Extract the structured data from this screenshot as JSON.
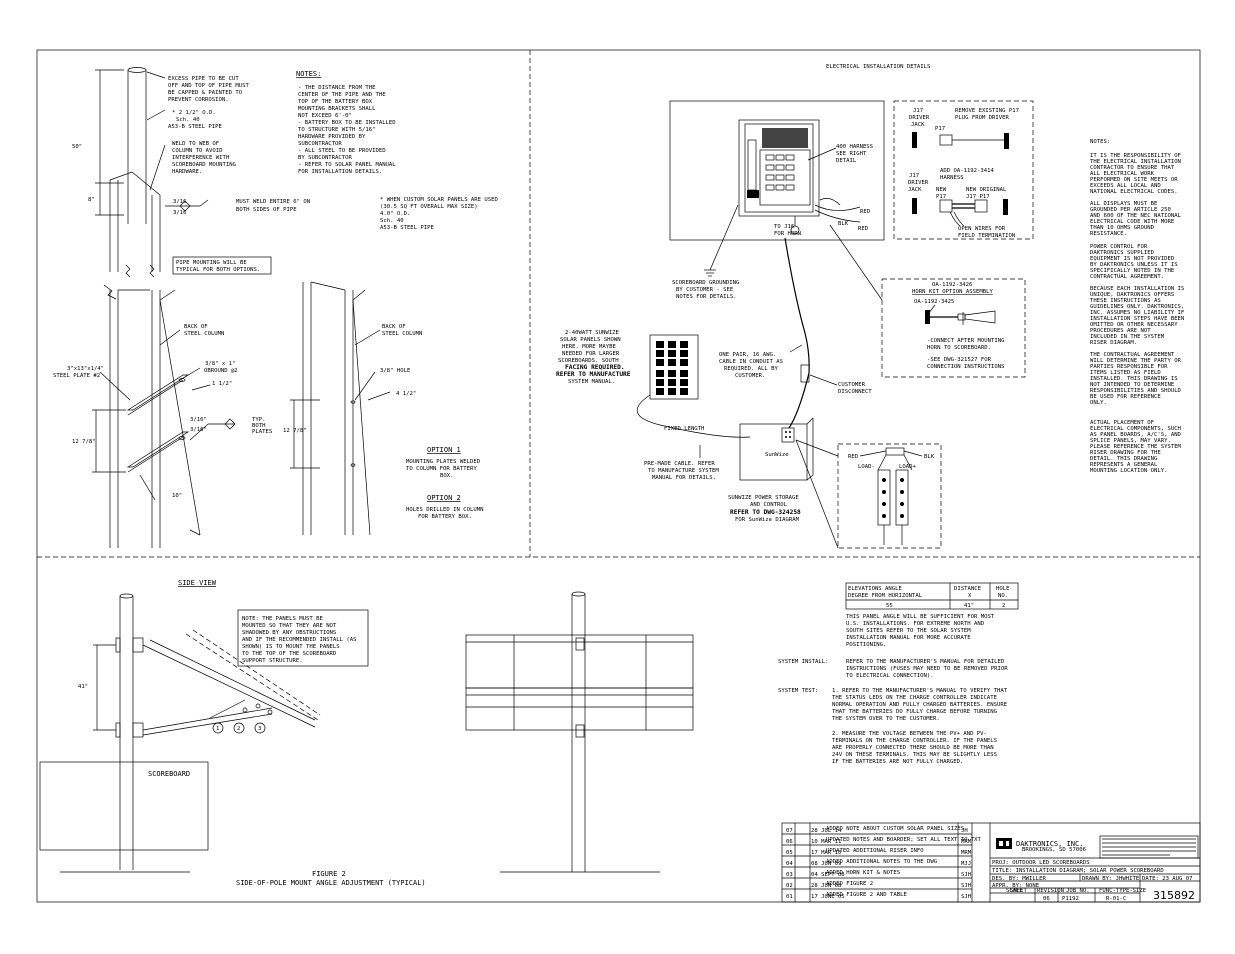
{
  "weld_section": {
    "excess_pipe_note": [
      "EXCESS PIPE TO BE CUT",
      "OFF AND TOP OF PIPE MUST",
      "BE CAPPED & PAINTED TO",
      "PREVENT CORROSION."
    ],
    "pipe_note": [
      "* 2 1/2\" O.D.",
      "Sch. 40",
      "A53-B STEEL PIPE"
    ],
    "dim_50": "50\"",
    "dim_8": "8\"",
    "weld_note": [
      "WELD TO WEB OF",
      "COLUMN TO AVOID",
      "INTERFERENCE WITH",
      "SCOREBOARD MOUNTING",
      "HARDWARE."
    ],
    "weld_sym_a": "3/16",
    "weld_sym_b": "3/16",
    "weld_entire_note": [
      "MUST WELD ENTIRE 6\" ON",
      "BOTH SIDES OF PIPE"
    ],
    "notes_title": "NOTES:",
    "notes": [
      "- THE DISTANCE FROM THE",
      "  CENTER OF THE PIPE AND THE",
      "  TOP OF THE BATTERY BOX",
      "  MOUNTING BRACKETS SHALL",
      "  NOT EXCEED 6'-0\"",
      "- BATTERY BOX TO BE INSTALLED",
      "  TO STRUCTURE WITH 5/16\"",
      "  HARDWARE PROVIDED BY",
      "  SUBCONTRACTOR",
      "- ALL STEEL TO BE PROVIDED",
      "  BY SUBCONTRACTOR",
      "- REFER TO SOLAR PANEL MANUAL",
      "  FOR INSTALLATION DETAILS."
    ],
    "custom_note": [
      "* WHEN CUSTOM SOLAR PANELS ARE USED",
      "  (30.5 SQ FT OVERALL MAX SIZE)",
      "  4.0\" O.D.",
      "  Sch. 40",
      "  A53-B STEEL PIPE"
    ],
    "pipe_mount_note": [
      "PIPE MOUNTING WILL BE",
      "TYPICAL FOR BOTH OPTIONS."
    ],
    "back_col_a": [
      "BACK OF",
      "STEEL COLUMN"
    ],
    "back_col_b": [
      "BACK OF",
      "STEEL COLUMN"
    ],
    "steel_plate": [
      "3\"x13\"x1/4\"",
      "STEEL PLATE #2"
    ],
    "obround": [
      "3/8\" x 1\"",
      "OBROUND @2"
    ],
    "dim_1_5": "1 1/2\"",
    "weld_typ": [
      "3/16\"",
      "3/16\""
    ],
    "typ_both": [
      "TYP.",
      "BOTH",
      "PLATES"
    ],
    "dim_12_7_8_a": "12 7/8\"",
    "dim_10": "10\"",
    "hole_38": "3/8\" HOLE",
    "dim_4_5": "4 1/2\"",
    "dim_12_7_8_b": "12 7/8\"",
    "option1_title": "OPTION 1",
    "option1_text": [
      "MOUNTING PLATES WELDED",
      "TO COLUMN FOR BATTERY",
      "BOX."
    ],
    "option2_title": "OPTION 2",
    "option2_text": [
      "HOLES DRILLED IN COLUMN",
      "FOR BATTERY BOX."
    ]
  },
  "electrical": {
    "title": "ELECTRICAL INSTALLATION DETAILS",
    "harness_note": [
      "400 HARNESS",
      "SEE RIGHT",
      "DETAIL"
    ],
    "to_j16": [
      "TO J16",
      "FOR HORN"
    ],
    "red": "RED",
    "blk": "BLK",
    "grounding": [
      "SCOREBOARD GROUNDING",
      "BY CUSTOMER - SEE",
      "NOTES FOR DETAILS."
    ],
    "j17_a": [
      "J17",
      "DRIVER",
      "JACK"
    ],
    "remove_note": [
      "REMOVE EXISTING P17",
      "PLUG FROM DRIVER"
    ],
    "p17": "P17",
    "add_harness": [
      "ADD OA-1192-3414",
      "HARNESS"
    ],
    "j17_b": [
      "J17",
      "DRIVER",
      "JACK"
    ],
    "new_p17": [
      "NEW",
      "P17"
    ],
    "new_original": [
      "NEW ORIGINAL",
      "J17    P17"
    ],
    "open_wires": [
      "OPEN WIRES FOR",
      "FIELD TERMINATION"
    ],
    "horn_kit": [
      "OA-1192-3426",
      "HORN KIT OPTION ASSEMBLY"
    ],
    "horn_part": "OA-1192-3425",
    "horn_notes": [
      "-CONNECT AFTER MOUNTING",
      " HORN TO SCOREBOARD.",
      "",
      "-SEE DWG-321527 FOR",
      " CONNECTION INSTRUCTIONS"
    ],
    "solar_panels": [
      "2-40WATT SUNWIZE",
      "SOLAR PANELS SHOWN",
      "HERE.  MORE MAYBE",
      "NEEDED FOR LARGER",
      "SCOREBOARDS.  SOUTH",
      "FACING REQUIRED.",
      "REFER TO MANUFACTURE",
      "SYSTEM MANUAL."
    ],
    "one_pair": [
      "ONE PAIR, 16 AWG.",
      "CABLE IN CONDUIT AS",
      "REQUIRED.  ALL BY",
      "CUSTOMER."
    ],
    "disconnect": [
      "CUSTOMER",
      "DISCONNECT"
    ],
    "fixed_length": [
      "FIXED LENGTH",
      "PRE-MADE CABLE.  REFER",
      "TO MANUFACTURE SYSTEM",
      "MANUAL FOR DETAILS."
    ],
    "sunwize_label": "SunWize",
    "storage": [
      "SUNWIZE POWER STORAGE",
      "AND CONTROL",
      "REFER TO DWG-324258",
      "FOR SunWize DIAGRAM"
    ],
    "red2": "RED",
    "blk2": "BLK",
    "load_neg": "LOAD-",
    "load_pos": "LOAD+"
  },
  "right_notes": {
    "title": "NOTES:",
    "paragraphs": [
      [
        "IT IS THE RESPONSIBILITY OF",
        "THE ELECTRICAL INSTALLATION",
        "CONTRACTOR TO ENSURE THAT",
        "ALL ELECTRICAL WORK",
        "PERFORMED ON SITE MEETS OR",
        "EXCEEDS ALL LOCAL AND",
        "NATIONAL ELECTRICAL CODES."
      ],
      [
        "ALL DISPLAYS MUST BE",
        "GROUNDED PER ARTICLE 250",
        "AND 600 OF THE NEC NATIONAL",
        "ELECTRICAL CODE WITH  MORE",
        "THAN 10 OHMS GROUND",
        "RESISTANCE."
      ],
      [
        "POWER CONTROL FOR",
        "DAKTRONICS SUPPLIED",
        "EQUIPMENT IS NOT PROVIDED",
        "BY DAKTRONICS UNLESS IT IS",
        "SPECIFICALLY NOTED IN THE",
        "CONTRACTUAL AGREEMENT."
      ],
      [
        "BECAUSE EACH INSTALLATION IS",
        "UNIQUE, DAKTRONICS OFFERS",
        "THESE  INSTRUCTIONS AS",
        "GUIDELINES ONLY. DAKTRONICS,",
        "INC. ASSUMES NO LIABILITY IF",
        "INSTALLATION STEPS HAVE BEEN",
        "OMITTED OR OTHER NECESSARY",
        "PROCEDURES ARE NOT",
        "INCLUDED IN THE SYSTEM",
        "RISER DIAGRAM."
      ],
      [
        "THE CONTRACTUAL AGREEMENT",
        "WILL DETERMINE THE PARTY OR",
        "PARTIES RESPONSIBLE FOR",
        "ITEMS LISTED AS FIELD",
        "INSTALLED. THIS DRAWING IS",
        "NOT INTENDED TO DETERMINE",
        "RESPONSIBILITIES AND SHOULD",
        "BE USED FOR REFERENCE",
        "ONLY."
      ],
      [
        "ACTUAL PLACEMENT OF",
        "ELECTRICAL COMPONENTS, SUCH",
        "AS PANEL BOARDS, A/C'S, AND",
        "SPLICE PANELS, MAY VARY.",
        "PLEASE REFERENCE THE SYSTEM",
        "RISER DRAWING FOR THE",
        "DETAIL. THIS DRAWING",
        "REPRESENTS A GENERAL",
        "MOUNTING LOCATION ONLY."
      ]
    ]
  },
  "side_view": {
    "title": "SIDE VIEW",
    "note": [
      "NOTE: THE PANELS MUST BE",
      "MOUNTED SO THAT THEY ARE NOT",
      "SHADOWED BY ANY OBSTRUCTIONS",
      "AND IF THE RECOMMENDED INSTALL (AS",
      "SHOWN) IS TO MOUNT THE PANELS",
      "TO THE TOP OF THE SCOREBOARD",
      "SUPPORT STRUCTURE."
    ],
    "dim_41": "41\"",
    "circle_labels": [
      "1",
      "2",
      "3"
    ],
    "scoreboard": "SCOREBOARD",
    "figure": "FIGURE 2",
    "caption": "SIDE-OF-POLE MOUNT ANGLE ADJUSTMENT (TYPICAL)"
  },
  "angle_table": {
    "headers": [
      "ELEVATIONS ANGLE\nDEGREE FROM HORIZONTAL",
      "DISTANCE\nX",
      "HOLE\nNO."
    ],
    "row": [
      "55",
      "41\"",
      "2"
    ],
    "below": [
      "THIS PANEL ANGLE WILL BE SUFFICIENT FOR MOST",
      "U.S. INSTALLATIONS. FOR EXTREME NORTH AND",
      "SOUTH SITES REFER TO THE SOLAR SYSTEM",
      "INSTALLATION MANUAL FOR MORE ACCURATE",
      "POSITIONING."
    ],
    "install_label": "SYSTEM INSTALL:",
    "install_text": [
      "REFER TO THE MANUFACTURER'S MANUAL FOR DETAILED",
      "INSTRUCTIONS (FUSES MAY NEED TO BE REMOVED PRIOR",
      "TO ELECTRICAL CONNECTION)."
    ],
    "test_label": "SYSTEM TEST:",
    "test_1": [
      "1.  REFER TO THE MANUFACTURER'S MANUAL TO VERIFY THAT",
      "    THE STATUS LEDS ON THE CHARGE CONTROLLER INDICATE",
      "    NORMAL OPERATION AND FULLY CHARGED BATTERIES. ENSURE",
      "    THAT THE BATTERIES DO FULLY CHARGE BEFORE TURNING",
      "    THE SYSTEM OVER TO THE CUSTOMER."
    ],
    "test_2": [
      "2.  MEASURE THE VOLTAGE BETWEEN THE PV+ AND PV-",
      "    TERMINALS ON THE CHARGE CONTROLLER. IF THE PANELS",
      "    ARE PROPERLY CONNECTED THERE SHOULD BE MORE THAN",
      "    24V ON THESE TERMINALS. THIS MAY BE SLIGHTLY LESS",
      "    IF THE BATTERIES ARE NOT FULLY CHARGED."
    ]
  },
  "title_block": {
    "revisions": [
      {
        "rev": "07",
        "date": "28 JUL 14",
        "desc": "ADDED NOTE ABOUT CUSTOM SOLAR PANEL SIZES",
        "by": "JH"
      },
      {
        "rev": "06",
        "date": "10 MAR 11",
        "desc": "UPDATED NOTES AND BOARDER; SET ALL TEXT TO TXT",
        "by": "MRM"
      },
      {
        "rev": "05",
        "date": "17 MAR 10",
        "desc": "UPDATED ADDITIONAL RISER INFO",
        "by": "MRM"
      },
      {
        "rev": "04",
        "date": "08 JUN 09",
        "desc": "ADDED ADDITIONAL NOTES TO THE DWG",
        "by": "MJJ"
      },
      {
        "rev": "03",
        "date": "04 SEPT 08",
        "desc": "ADDED HORN KIT & NOTES",
        "by": "SJH"
      },
      {
        "rev": "02",
        "date": "28 JUN 08",
        "desc": "ADDED FIGURE 2",
        "by": "SJH"
      },
      {
        "rev": "01",
        "date": "17 JUNE 05",
        "desc": "ADDED FIGURE 2 AND TABLE",
        "by": "SJH"
      }
    ],
    "company": "DAKTRONICS, INC.",
    "city": "BROOKINGS, SD  57006",
    "proj": "PROJ: OUTDOOR LED SCOREBOARDS",
    "title": "TITLE: INSTALLATION DIAGRAM; SOLAR POWER SCOREBOARD",
    "des": "DES. BY: MWILLER",
    "drawn": "DRAWN BY: JHWHITE",
    "date": "DATE: 23 AUG 07",
    "rev_label": "REVISION",
    "appr": "APPR. BY: NONE",
    "scale_label": "SCALE",
    "sheet_label": "SHEET",
    "job_label": "JOB NO.",
    "func_label": "FUNC-TYPE-SIZE",
    "rev_val": "06",
    "job_val": "P1192",
    "func_val": "R-01-C",
    "dwg_no": "315892"
  }
}
